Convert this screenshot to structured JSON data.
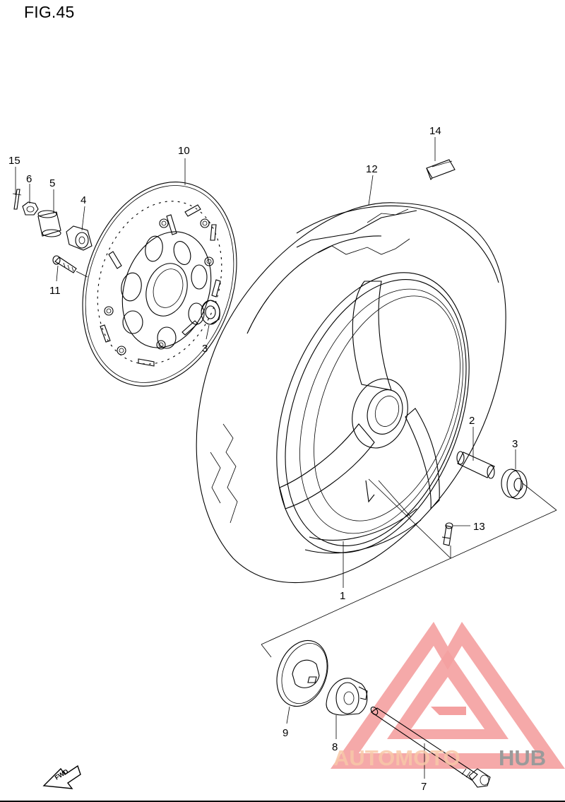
{
  "figure": {
    "title": "FIG.45"
  },
  "callouts": [
    {
      "id": "1",
      "label": "1"
    },
    {
      "id": "2",
      "label": "2"
    },
    {
      "id": "3a",
      "label": "3"
    },
    {
      "id": "3b",
      "label": "3"
    },
    {
      "id": "4",
      "label": "4"
    },
    {
      "id": "5",
      "label": "5"
    },
    {
      "id": "6",
      "label": "6"
    },
    {
      "id": "7",
      "label": "7"
    },
    {
      "id": "8",
      "label": "8"
    },
    {
      "id": "9",
      "label": "9"
    },
    {
      "id": "10",
      "label": "10"
    },
    {
      "id": "11",
      "label": "11"
    },
    {
      "id": "12",
      "label": "12"
    },
    {
      "id": "13",
      "label": "13"
    },
    {
      "id": "14",
      "label": "14"
    },
    {
      "id": "15",
      "label": "15"
    }
  ],
  "direction_arrow": {
    "label": "FWD"
  },
  "watermark": {
    "brand_part1": "AUTOMOTO",
    "brand_part2": "HUB",
    "accent_color": "#f4a0a0",
    "text_color_1": "#f8c8a8",
    "text_color_2": "#9a9a9a"
  }
}
